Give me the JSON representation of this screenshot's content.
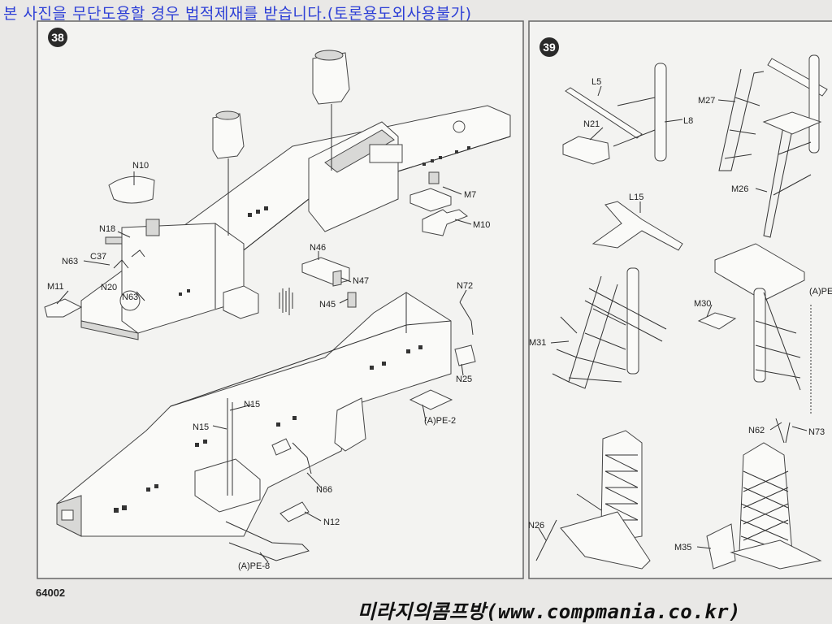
{
  "header": {
    "warning": "본 사진을 무단도용할 경우 법적제재를 받습니다.(토론용도외사용불가)"
  },
  "steps": [
    {
      "number": "38",
      "labels": {
        "n10": "N10",
        "n18": "N18",
        "n63a": "N63",
        "c37": "C37",
        "m11": "M11",
        "n20": "N20",
        "n63b": "N63",
        "n46": "N46",
        "n47": "N47",
        "n45": "N45",
        "m7": "M7",
        "m10": "M10",
        "n72": "N72",
        "n25": "N25",
        "pe2": "(A)PE-2",
        "n15a": "N15",
        "n15b": "N15",
        "n66": "N66",
        "n12": "N12",
        "pe8": "(A)PE-8"
      }
    },
    {
      "number": "39",
      "labels": {
        "l5": "L5",
        "n21": "N21",
        "l8": "L8",
        "m27": "M27",
        "m26": "M26",
        "l15": "L15",
        "m30": "M30",
        "pe_cut": "(A)PE",
        "m31": "M31",
        "n62": "N62",
        "n73": "N73",
        "n26": "N26",
        "m35": "M35"
      }
    }
  ],
  "footer": {
    "page_number": "64002",
    "site": "미라지의콤프방(www.compmania.co.kr)"
  }
}
